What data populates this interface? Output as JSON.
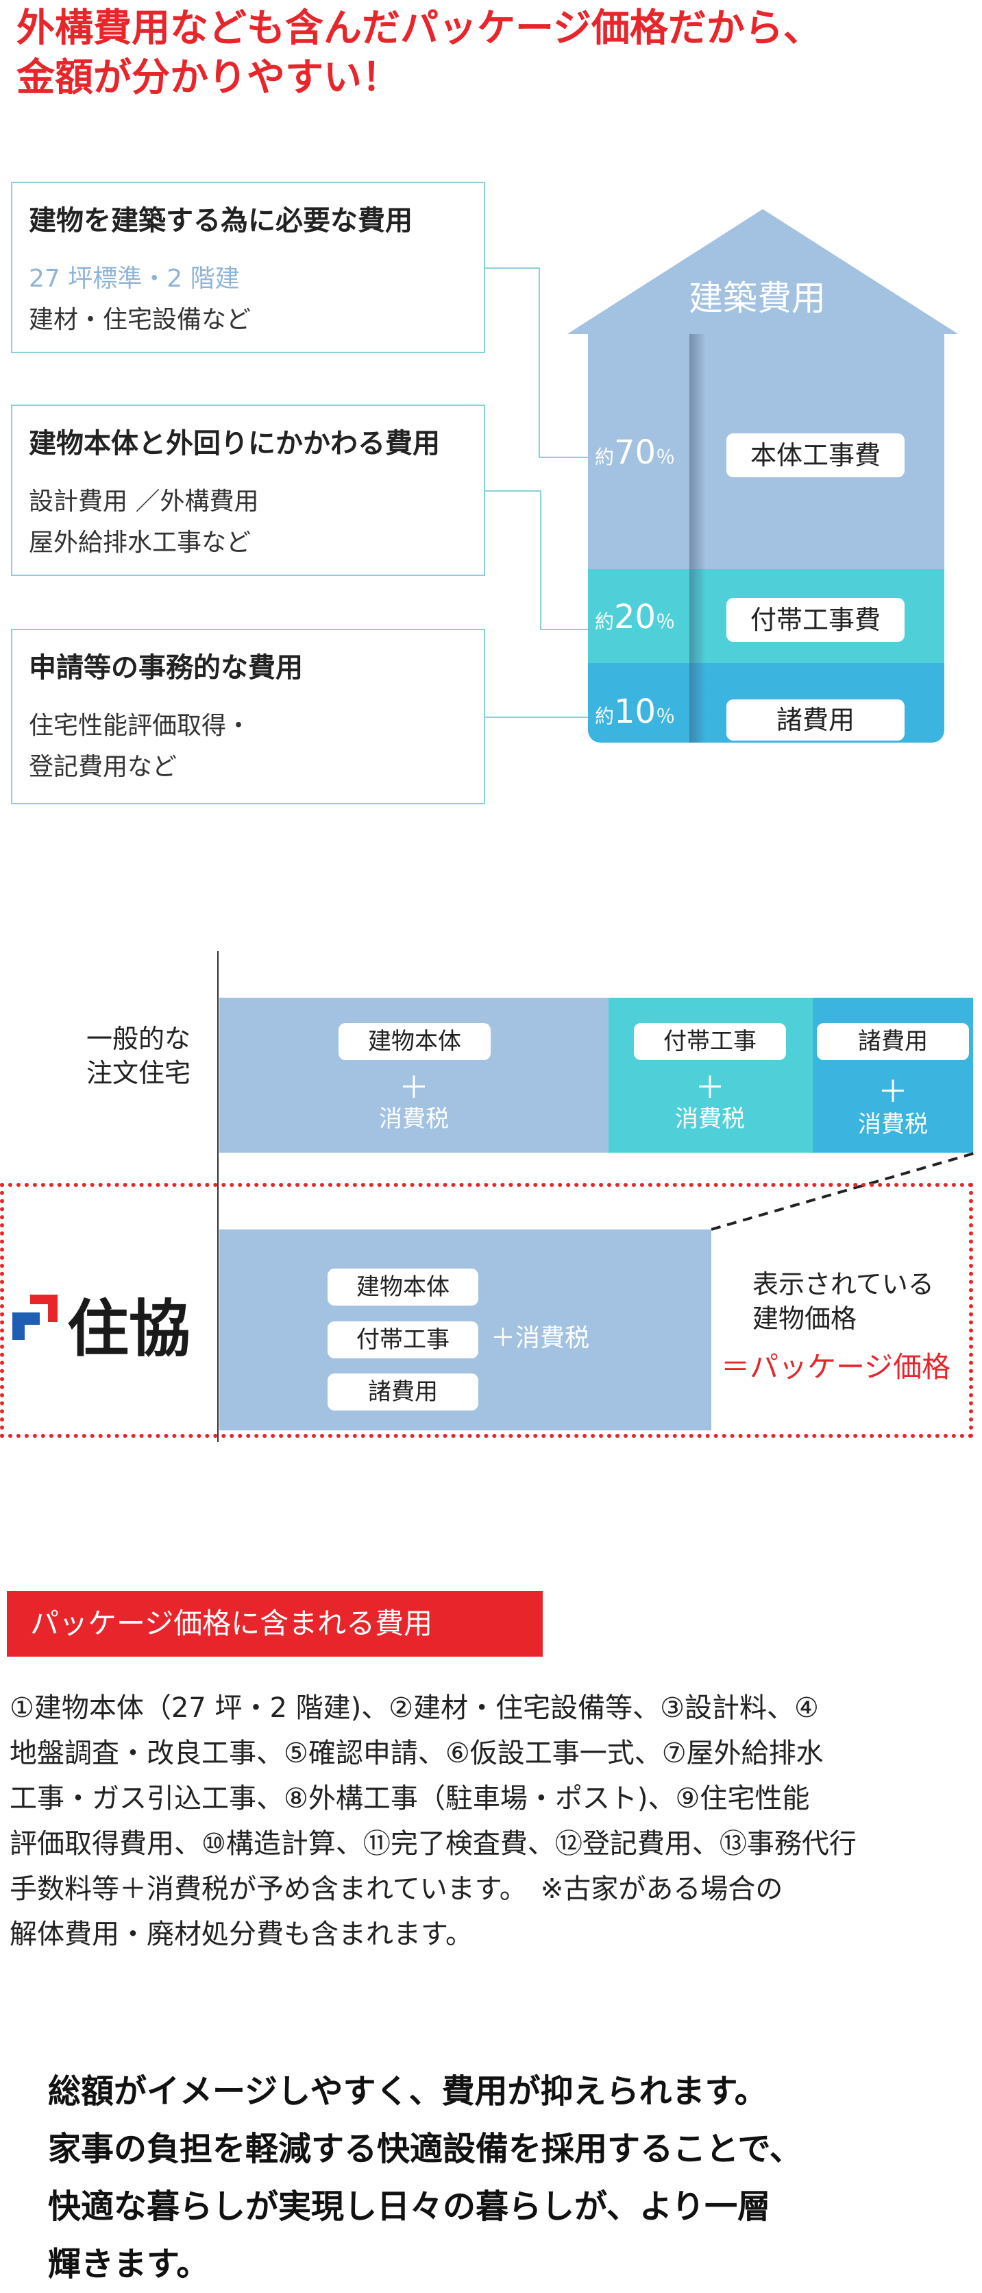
{
  "headline": {
    "line1": "外構費用なども含んだパッケージ価格だから、",
    "line2": "金額が分かりやすい！"
  },
  "info_boxes": [
    {
      "title": "建物を建築する為に必要な費用",
      "lines": [
        "27 坪標準・2 階建",
        "建材・住宅設備など"
      ]
    },
    {
      "title": "建物本体と外回りにかかわる費用",
      "lines": [
        "設計費用 ／外構費用",
        "屋外給排水工事など"
      ]
    },
    {
      "title": "申請等の事務的な費用",
      "lines": [
        "住宅性能評価取得・",
        "登記費用など"
      ]
    }
  ],
  "house": {
    "roof_label": "建築費用",
    "sections": [
      {
        "prefix": "約",
        "percent": "70",
        "unit": "％",
        "label": "本体工事費"
      },
      {
        "prefix": "約",
        "percent": "20",
        "unit": "％",
        "label": "付帯工事費"
      },
      {
        "prefix": "約",
        "percent": "10",
        "unit": "％",
        "label": "諸費用"
      }
    ],
    "colors": {
      "main": "#a3c1e0",
      "sub": "#4fd0d8",
      "misc": "#3bb4e0"
    }
  },
  "comparison": {
    "general_label_1": "一般的な",
    "general_label_2": "注文住宅",
    "general_bars": [
      {
        "label": "建物本体",
        "plus": "＋",
        "tax": "消費税"
      },
      {
        "label": "付帯工事",
        "plus": "＋",
        "tax": "消費税"
      },
      {
        "label": "諸費用",
        "plus": "＋",
        "tax": "消費税"
      }
    ],
    "company_name": "住協",
    "package_items": [
      "建物本体",
      "付帯工事",
      "諸費用"
    ],
    "package_tax": "＋消費税",
    "desc_line1": "表示されている",
    "desc_line2": "建物価格",
    "desc_line3": "＝パッケージ価格"
  },
  "banner": "パッケージ価格に含まれる費用",
  "paragraph": [
    "①建物本体（27 坪・2 階建)、②建材・住宅設備等、③設計料、④",
    "地盤調査・改良工事、⑤確認申請、⑥仮設工事一式、⑦屋外給排水",
    "工事・ガス引込工事、⑧外構工事（駐車場・ポスト)、⑨住宅性能",
    "評価取得費用、⑩構造計算、⑪完了検査費、⑫登記費用、⑬事務代行",
    "手数料等＋消費税が予め含まれています。　※古家がある場合の",
    "解体費用・廃材処分費も含まれます。"
  ],
  "closing": [
    "総額がイメージしやすく、費用が抑えられます。",
    "家事の負担を軽減する快適設備を採用することで、",
    "快適な暮らしが実現し日々の暮らしが、より一層",
    "輝きます。"
  ]
}
